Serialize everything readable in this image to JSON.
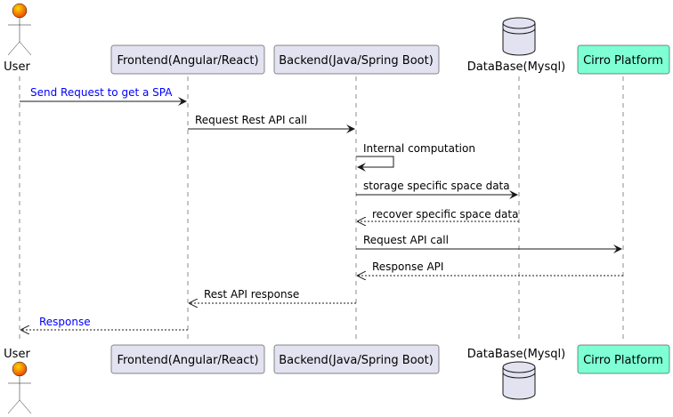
{
  "participants": {
    "user": "User",
    "frontend": "Frontend(Angular/React)",
    "backend": "Backend(Java/Spring Boot)",
    "database": "DataBase(Mysql)",
    "cirro": "Cirro Platform"
  },
  "messages": {
    "m1": "Send Request to get a SPA",
    "m2": "Request Rest API call",
    "m3": "Internal computation",
    "m4": "storage specific space data",
    "m5": "recover specific space data",
    "m6": "Request API call",
    "m7": "Response API",
    "m8": "Rest API response",
    "m9": "Response"
  },
  "colors": {
    "participant_fill": "#E2E2F0",
    "cirro_fill": "#7FFFD4",
    "actor_fill": "#FF8C00",
    "link_text": "#0000FF"
  }
}
